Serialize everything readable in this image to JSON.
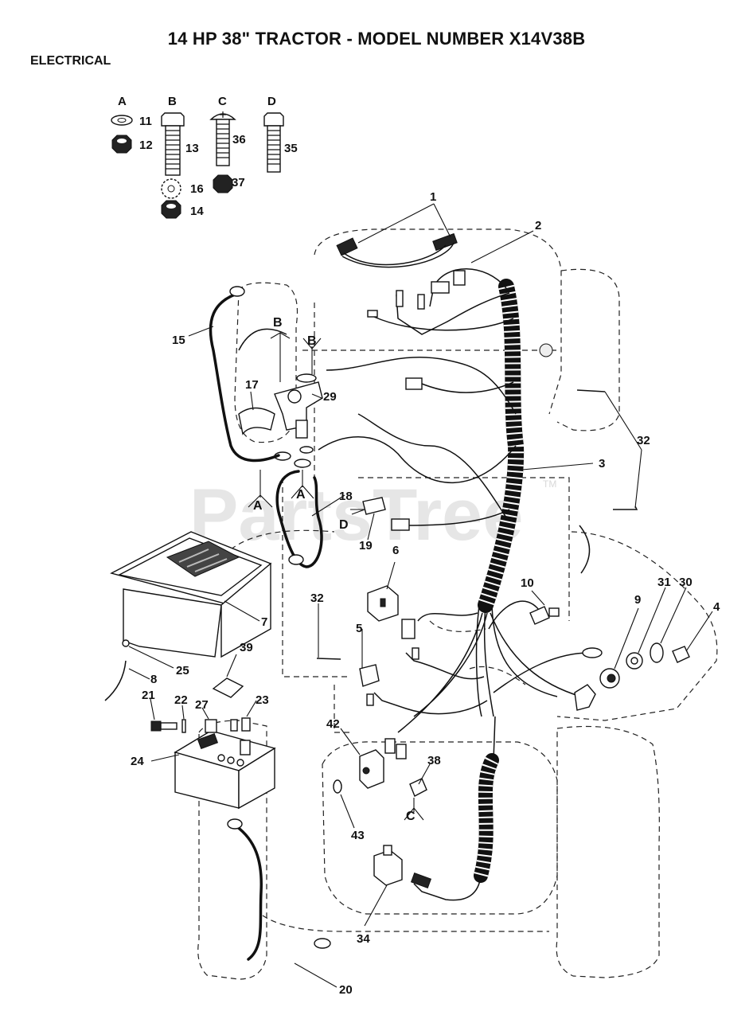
{
  "title": "14 HP 38\" TRACTOR - MODEL NUMBER X14V38B",
  "section": "ELECTRICAL",
  "watermark": {
    "text": "PartsTree",
    "tm": "TM"
  },
  "hardware_groups": [
    {
      "letter": "A",
      "parts": [
        "11",
        "12"
      ]
    },
    {
      "letter": "B",
      "parts": [
        "13",
        "16",
        "14"
      ]
    },
    {
      "letter": "C",
      "parts": [
        "36",
        "37"
      ]
    },
    {
      "letter": "D",
      "parts": [
        "35"
      ]
    }
  ],
  "callouts": [
    "1",
    "2",
    "3",
    "4",
    "5",
    "6",
    "7",
    "8",
    "9",
    "10",
    "15",
    "17",
    "18",
    "19",
    "20",
    "21",
    "22",
    "23",
    "24",
    "25",
    "27",
    "29",
    "30",
    "31",
    "32",
    "32",
    "34",
    "38",
    "39",
    "42",
    "43"
  ],
  "fastener_refs": [
    "B",
    "B",
    "A",
    "A",
    "D",
    "C"
  ]
}
